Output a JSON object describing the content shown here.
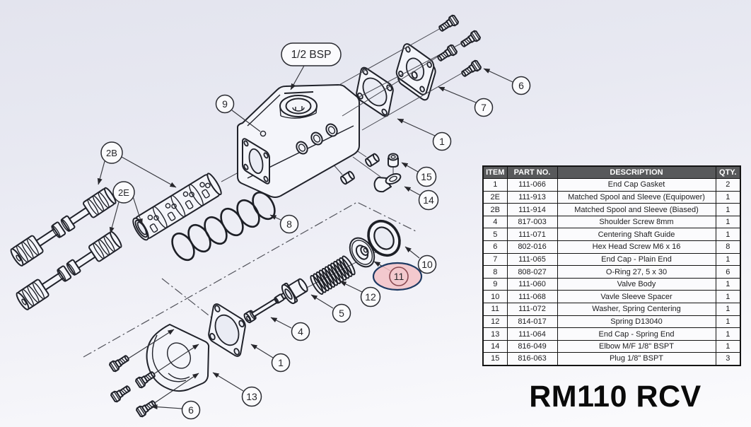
{
  "title": "RM110 RCV",
  "diagram": {
    "port_label": "1/2 BSP",
    "callouts": {
      "c1": "1",
      "c2B": "2B",
      "c2E": "2E",
      "c4": "4",
      "c5": "5",
      "c6": "6",
      "c7": "7",
      "c8": "8",
      "c9": "9",
      "c10": "10",
      "c11": "11",
      "c12": "12",
      "c13": "13",
      "c14": "14",
      "c15": "15"
    },
    "highlight": {
      "highlighted_item": "11",
      "fill": "#f3c2c7",
      "border": "#1e3a63"
    }
  },
  "parts_table": {
    "headers": [
      "ITEM",
      "PART NO.",
      "DESCRIPTION",
      "QTY."
    ],
    "header_bg": "#58595b",
    "rows": [
      [
        "1",
        "111-066",
        "End Cap Gasket",
        "2"
      ],
      [
        "2E",
        "111-913",
        "Matched Spool and Sleeve (Equipower)",
        "1"
      ],
      [
        "2B",
        "111-914",
        "Matched Spool and Sleeve (Biased)",
        "1"
      ],
      [
        "4",
        "817-003",
        "Shoulder Screw 8mm",
        "1"
      ],
      [
        "5",
        "111-071",
        "Centering Shaft Guide",
        "1"
      ],
      [
        "6",
        "802-016",
        "Hex Head Screw M6 x 16",
        "8"
      ],
      [
        "7",
        "111-065",
        "End Cap - Plain End",
        "1"
      ],
      [
        "8",
        "808-027",
        "O-Ring 27, 5 x 30",
        "6"
      ],
      [
        "9",
        "111-060",
        "Valve Body",
        "1"
      ],
      [
        "10",
        "111-068",
        "Vavle Sleeve Spacer",
        "1"
      ],
      [
        "11",
        "111-072",
        "Washer, Spring Centering",
        "1"
      ],
      [
        "12",
        "814-017",
        "Spring D13040",
        "1"
      ],
      [
        "13",
        "111-064",
        "End Cap - Spring End",
        "1"
      ],
      [
        "14",
        "816-049",
        "Elbow M/F 1/8\" BSPT",
        "1"
      ],
      [
        "15",
        "816-063",
        "Plug 1/8\" BSPT",
        "3"
      ]
    ]
  }
}
